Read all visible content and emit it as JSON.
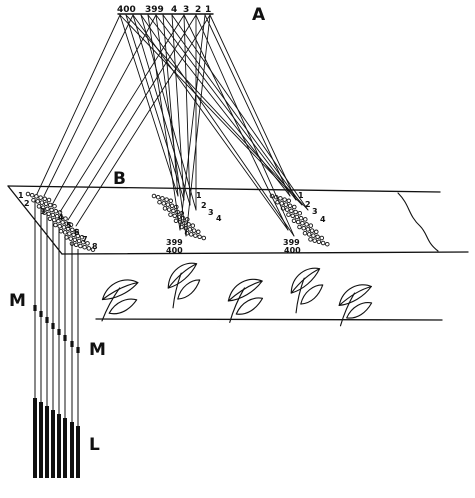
{
  "labels": {
    "a": "A",
    "b": "B",
    "m_upper": "M",
    "m_lower": "M",
    "l": "L",
    "bar_numbers": [
      "400",
      "399",
      "4",
      "3",
      "2",
      "1"
    ],
    "left_group_numbers": [
      "1",
      "2",
      "3",
      "4",
      "5",
      "6",
      "7",
      "8"
    ],
    "mid_group_top": [
      "1",
      "2",
      "3",
      "4"
    ],
    "mid_group_bottom": [
      "399",
      "400"
    ],
    "right_group_top": [
      "1",
      "2",
      "3",
      "4"
    ],
    "right_group_bottom": [
      "399",
      "400"
    ]
  },
  "colors": {
    "ink": "#111111",
    "background": "#ffffff"
  }
}
